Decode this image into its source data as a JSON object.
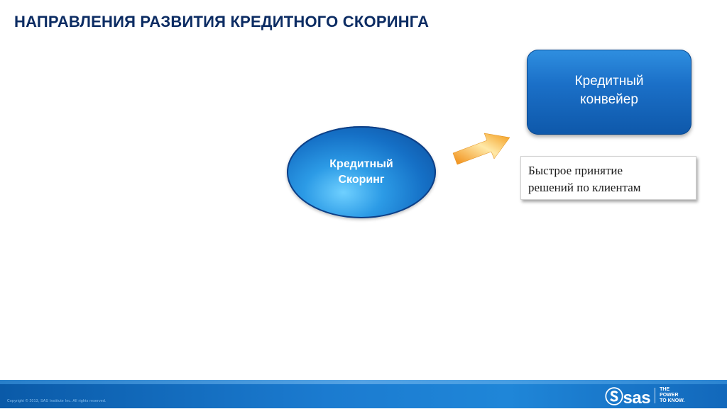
{
  "slide": {
    "title": "НАПРАВЛЕНИЯ РАЗВИТИЯ КРЕДИТНОГО СКОРИНГА"
  },
  "ellipse": {
    "line1": "Кредитный",
    "line2": "Скоринг"
  },
  "box_blue": {
    "line1": "Кредитный",
    "line2": "конвейер"
  },
  "box_text": {
    "line1": "Быстрое принятие",
    "line2": "решений по клиентам"
  },
  "footer": {
    "copyright": "Copyright © 2013, SAS Institute Inc. All rights reserved.",
    "logo_text": "sas",
    "tagline_1": "THE",
    "tagline_2": "POWER",
    "tagline_3": "TO KNOW."
  },
  "colors": {
    "title": "#0c2c63",
    "blue_box": "#1b70c8",
    "arrow": "#f0a020",
    "footer": "#1b7bd0"
  },
  "icons": {
    "arrow": "orange-arrow-icon",
    "logo": "sas-logo-icon"
  }
}
